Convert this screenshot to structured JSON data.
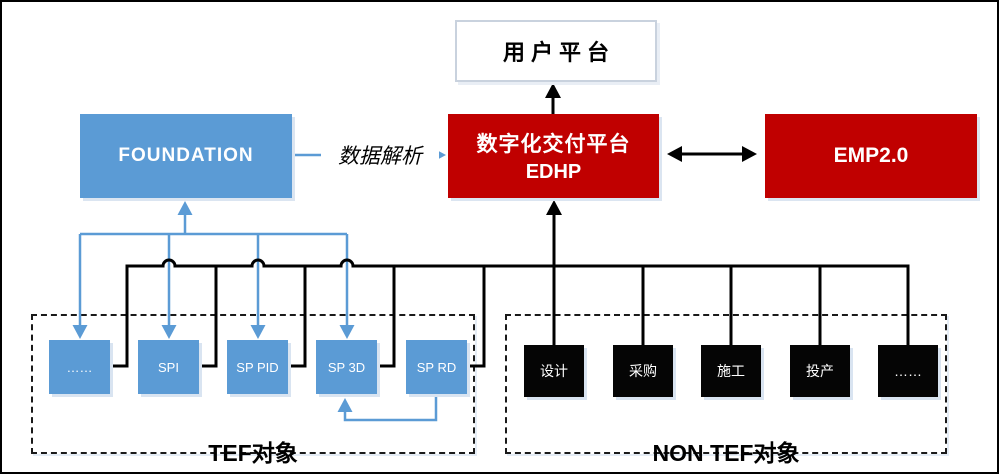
{
  "diagram": {
    "user_platform": {
      "label": "用户平台"
    },
    "foundation": {
      "label": "FOUNDATION"
    },
    "edhp": {
      "title": "数字化交付平台",
      "subtitle": "EDHP"
    },
    "emp": {
      "label": "EMP2.0"
    },
    "data_parse_arrow": {
      "label": "数据解析"
    },
    "tef_group": {
      "title": "TEF对象",
      "items": [
        {
          "label": "……"
        },
        {
          "label": "SPI"
        },
        {
          "label": "SP PID"
        },
        {
          "label": "SP 3D"
        },
        {
          "label": "SP RD"
        }
      ]
    },
    "non_tef_group": {
      "title": "NON TEF对象",
      "items": [
        {
          "label": "设计"
        },
        {
          "label": "采购"
        },
        {
          "label": "施工"
        },
        {
          "label": "投产"
        },
        {
          "label": "……"
        }
      ]
    },
    "colors": {
      "box_blue": "#5B9BD5",
      "box_red": "#C00000",
      "box_black": "#050505",
      "line_blue": "#5B9BD5",
      "line_black": "#000000"
    }
  }
}
